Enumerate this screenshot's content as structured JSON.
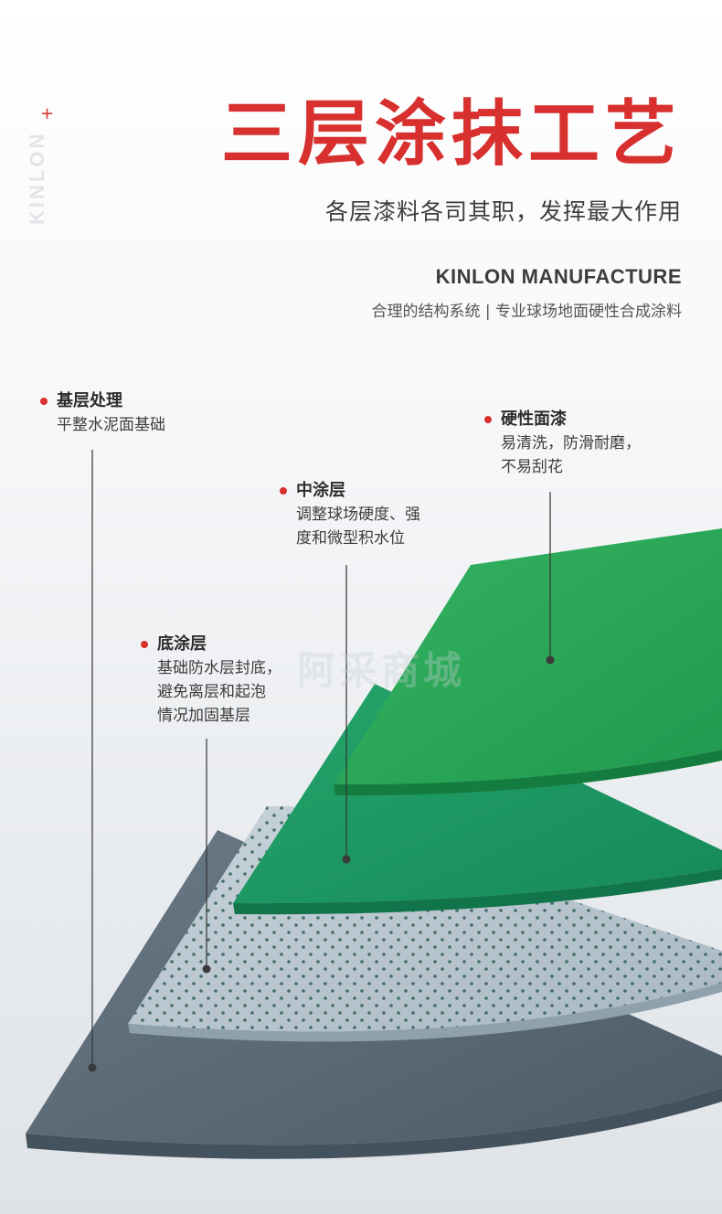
{
  "side_brand": "KINLON",
  "title": "三层涂抹工艺",
  "subtitle": "各层漆料各司其职，发挥最大作用",
  "manufacture": "KINLON MANUFACTURE",
  "tagline": "合理的结构系统 | 专业球场地面硬性合成涂料",
  "watermark": "阿采商城",
  "colors": {
    "accent": "#d7302e",
    "top_layer": "#2aa85a",
    "middle_layer": "#1f9a67",
    "primer_layer": "#b8c6d0",
    "base_layer": "#5c6b78"
  },
  "callouts": [
    {
      "title": "基层处理",
      "lines": [
        "平整水泥面基础"
      ]
    },
    {
      "title": "硬性面漆",
      "lines": [
        "易清洗，防滑耐磨，",
        "不易刮花"
      ]
    },
    {
      "title": "中涂层",
      "lines": [
        "调整球场硬度、强",
        "度和微型积水位"
      ]
    },
    {
      "title": "底涂层",
      "lines": [
        "基础防水层封底，",
        "避免离层和起泡",
        "情况加固基层"
      ]
    }
  ]
}
